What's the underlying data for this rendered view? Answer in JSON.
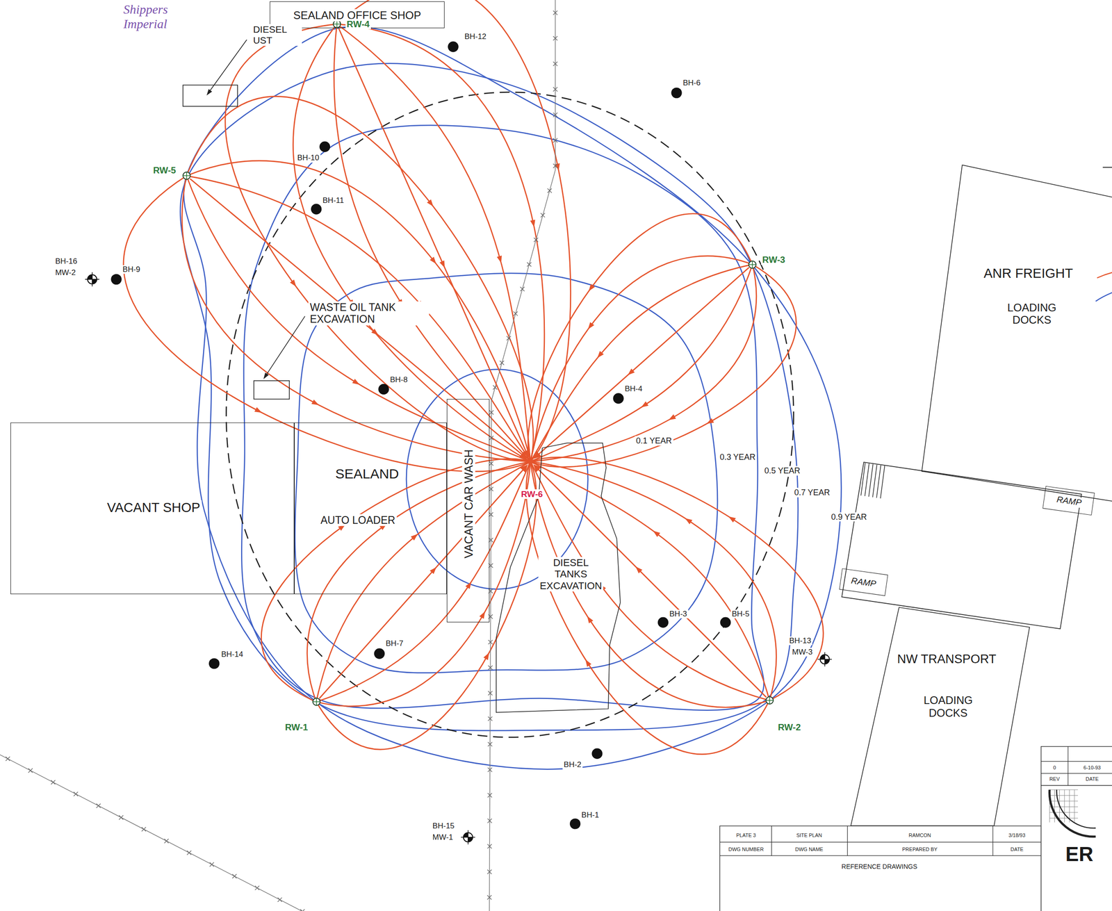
{
  "diagram": {
    "nodes": [
      {
        "text": [
          "SEALAND OFFICE SHOP"
        ]
      },
      {
        "text": [
          "RW-4"
        ]
      },
      {
        "text": [
          "RW-5"
        ]
      },
      {
        "text": [
          "RW-3"
        ]
      },
      {
        "text": [
          "ANR FREIGHT",
          "LOADING DOCKS"
        ]
      },
      {
        "text": [
          "RAMP"
        ]
      },
      {
        "text": [
          "VACANT SHOP"
        ]
      },
      {
        "text": [
          "SEALAND",
          "AUTO LOADER"
        ]
      },
      {
        "text": [
          "VACANT CAR WASH"
        ]
      },
      {
        "text": [
          "RW-6"
        ]
      },
      {
        "text": [
          "DIESEL TANKS EXCAVATION"
        ]
      },
      {
        "text": [
          "RAMP"
        ]
      },
      {
        "text": [
          "NW TRANSPORT",
          "LOADING DOCKS"
        ]
      },
      {
        "text": [
          "RW-1"
        ]
      },
      {
        "text": [
          "RW-2"
        ]
      }
    ],
    "edges": [
      {
        "from": 13,
        "to": 9,
        "arrow": "to"
      },
      {
        "from": 14,
        "to": 9,
        "arrow": "to"
      },
      {
        "from": 3,
        "to": 9,
        "arrow": "to"
      },
      {
        "from": 1,
        "to": 9,
        "arrow": "to"
      },
      {
        "from": 2,
        "to": 9,
        "arrow": "to"
      }
    ],
    "labels": [
      "Shippers Imperial",
      "BH-12",
      "DIESEL UST",
      "BH-6",
      "BH-10",
      "BH-11",
      "BH-16",
      "MW-2",
      "BH-9",
      "WASTE OIL TANK EXCAVATION",
      "BH-8",
      "BH-4",
      "0.1 YEAR",
      "0.3 YEAR",
      "0.5 YEAR",
      "0.7 YEAR",
      "0.9 YEAR",
      "BH-3",
      "BH-5",
      "BH-7",
      "BH-13",
      "MW-3",
      "BH-14",
      "BH-2",
      "0",
      "6-10-93",
      "REV",
      "DATE",
      "BH-15",
      "MW-1",
      "BH-1",
      "ER",
      "PLATE 3",
      "SITE PLAN",
      "RAMCON",
      "3/18/93",
      "DWG NUMBER",
      "DWG NAME",
      "PREPARED BY",
      "DATE",
      "REFERENCE DRAWINGS"
    ]
  }
}
